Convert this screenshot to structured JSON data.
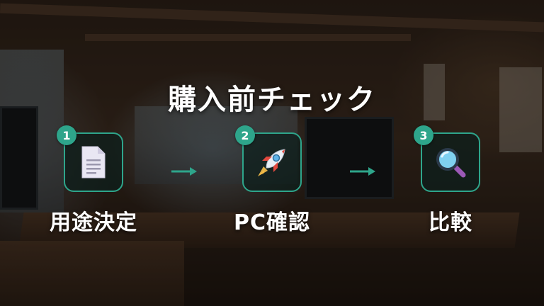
{
  "title": "購入前チェック",
  "steps": [
    {
      "number": "1",
      "label": "用途決定",
      "icon": "document-icon"
    },
    {
      "number": "2",
      "label": "PC確認",
      "icon": "rocket-icon"
    },
    {
      "number": "3",
      "label": "比較",
      "icon": "magnifier-icon"
    }
  ],
  "colors": {
    "accent": "#2ea58b",
    "text": "#ffffff"
  }
}
